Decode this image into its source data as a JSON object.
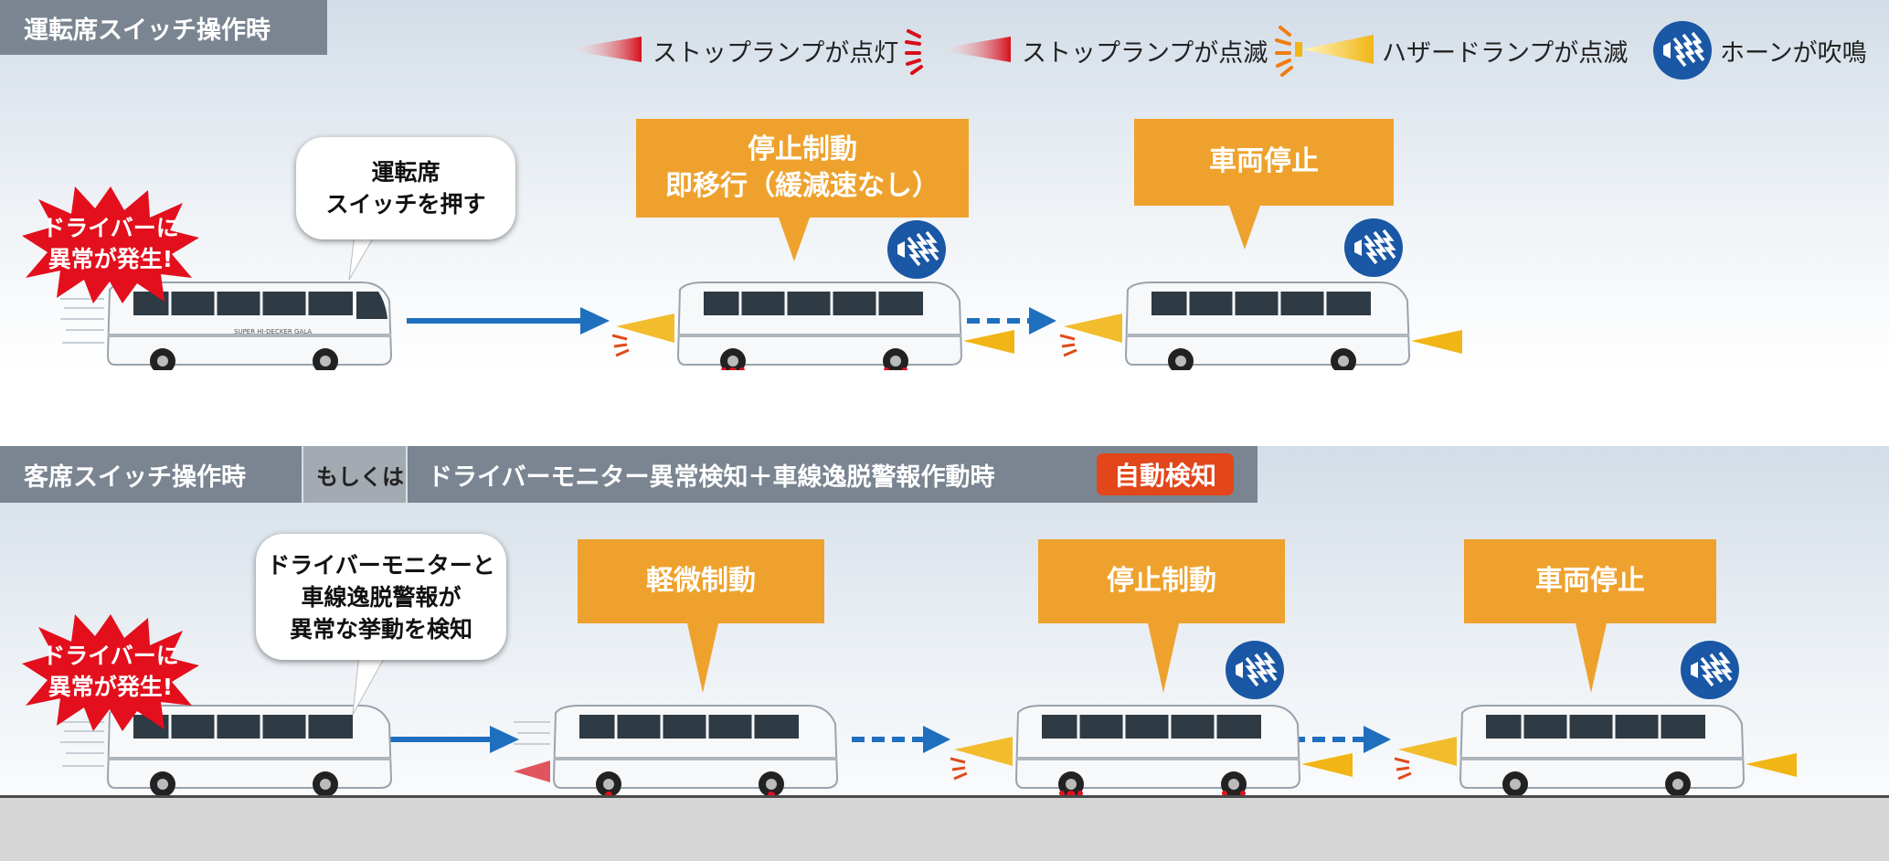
{
  "legend": {
    "stop_lamp_on": "ストップランプが点灯",
    "stop_lamp_blink": "ストップランプが点滅",
    "hazard_blink": "ハザードランプが点滅",
    "horn": "ホーンが吹鳴",
    "icons": [
      "stop-lamp-on-icon",
      "stop-lamp-blink-icon",
      "hazard-lamp-icon",
      "horn-icon"
    ]
  },
  "section1": {
    "header": "運転席スイッチ操作時",
    "burst": "ドライバーに\n異常が発生!",
    "bubble": "運転席\nスイッチを押す",
    "stage1": "停止制動\n即移行（緩減速なし）",
    "stage2": "車両停止"
  },
  "section2": {
    "header": "客席スイッチ操作時",
    "or_label": "もしくは",
    "header2": "ドライバーモニター異常検知＋車線逸脱警報作動時",
    "auto_badge": "自動検知",
    "burst": "ドライバーに\n異常が発生!",
    "bubble": "ドライバーモニターと\n車線逸脱警報が\n異常な挙動を検知",
    "stage1": "軽微制動",
    "stage2": "停止制動",
    "stage3": "車両停止"
  },
  "bus_label": "SUPER HI-DECKER GALA",
  "colors": {
    "header_gray": "#7a8591",
    "orange_box": "#eea22d",
    "burst_red": "#e30f1d",
    "arrow_blue": "#1f6fbf",
    "horn_blue": "#1a57a5",
    "auto_badge": "#e2461a"
  }
}
